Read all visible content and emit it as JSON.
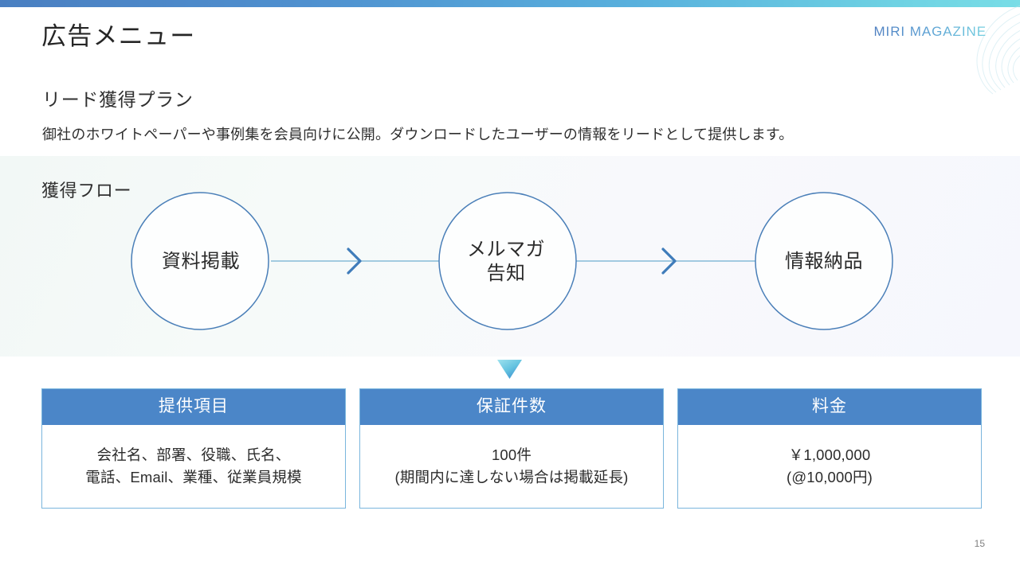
{
  "header": {
    "title": "広告メニュー",
    "brand": "MIRI MAGAZINE"
  },
  "plan": {
    "title": "リード獲得プラン",
    "description": "御社のホワイトペーパーや事例集を会員向けに公開。ダウンロードしたユーザーの情報をリードとして提供します。"
  },
  "flow": {
    "label": "獲得フロー",
    "nodes": [
      {
        "label": "資料掲載"
      },
      {
        "label": "メルマガ\n告知"
      },
      {
        "label": "情報納品"
      }
    ],
    "connector_icon": "chevron-right-icon",
    "down_icon": "triangle-down-icon"
  },
  "cards": [
    {
      "header": "提供項目",
      "lines": [
        "会社名、部署、役職、氏名、",
        "電話、Email、業種、従業員規模"
      ]
    },
    {
      "header": "保証件数",
      "lines": [
        "100件",
        "(期間内に達しない場合は掲載延長)"
      ]
    },
    {
      "header": "料金",
      "lines": [
        "￥1,000,000",
        "(@10,000円)"
      ]
    }
  ],
  "footer": {
    "page_number": "15"
  },
  "colors": {
    "accent_blue": "#4b86c8",
    "accent_cyan": "#6ed2e3",
    "circle_stroke": "#4a7fb8",
    "card_border": "#7ab6dd"
  }
}
